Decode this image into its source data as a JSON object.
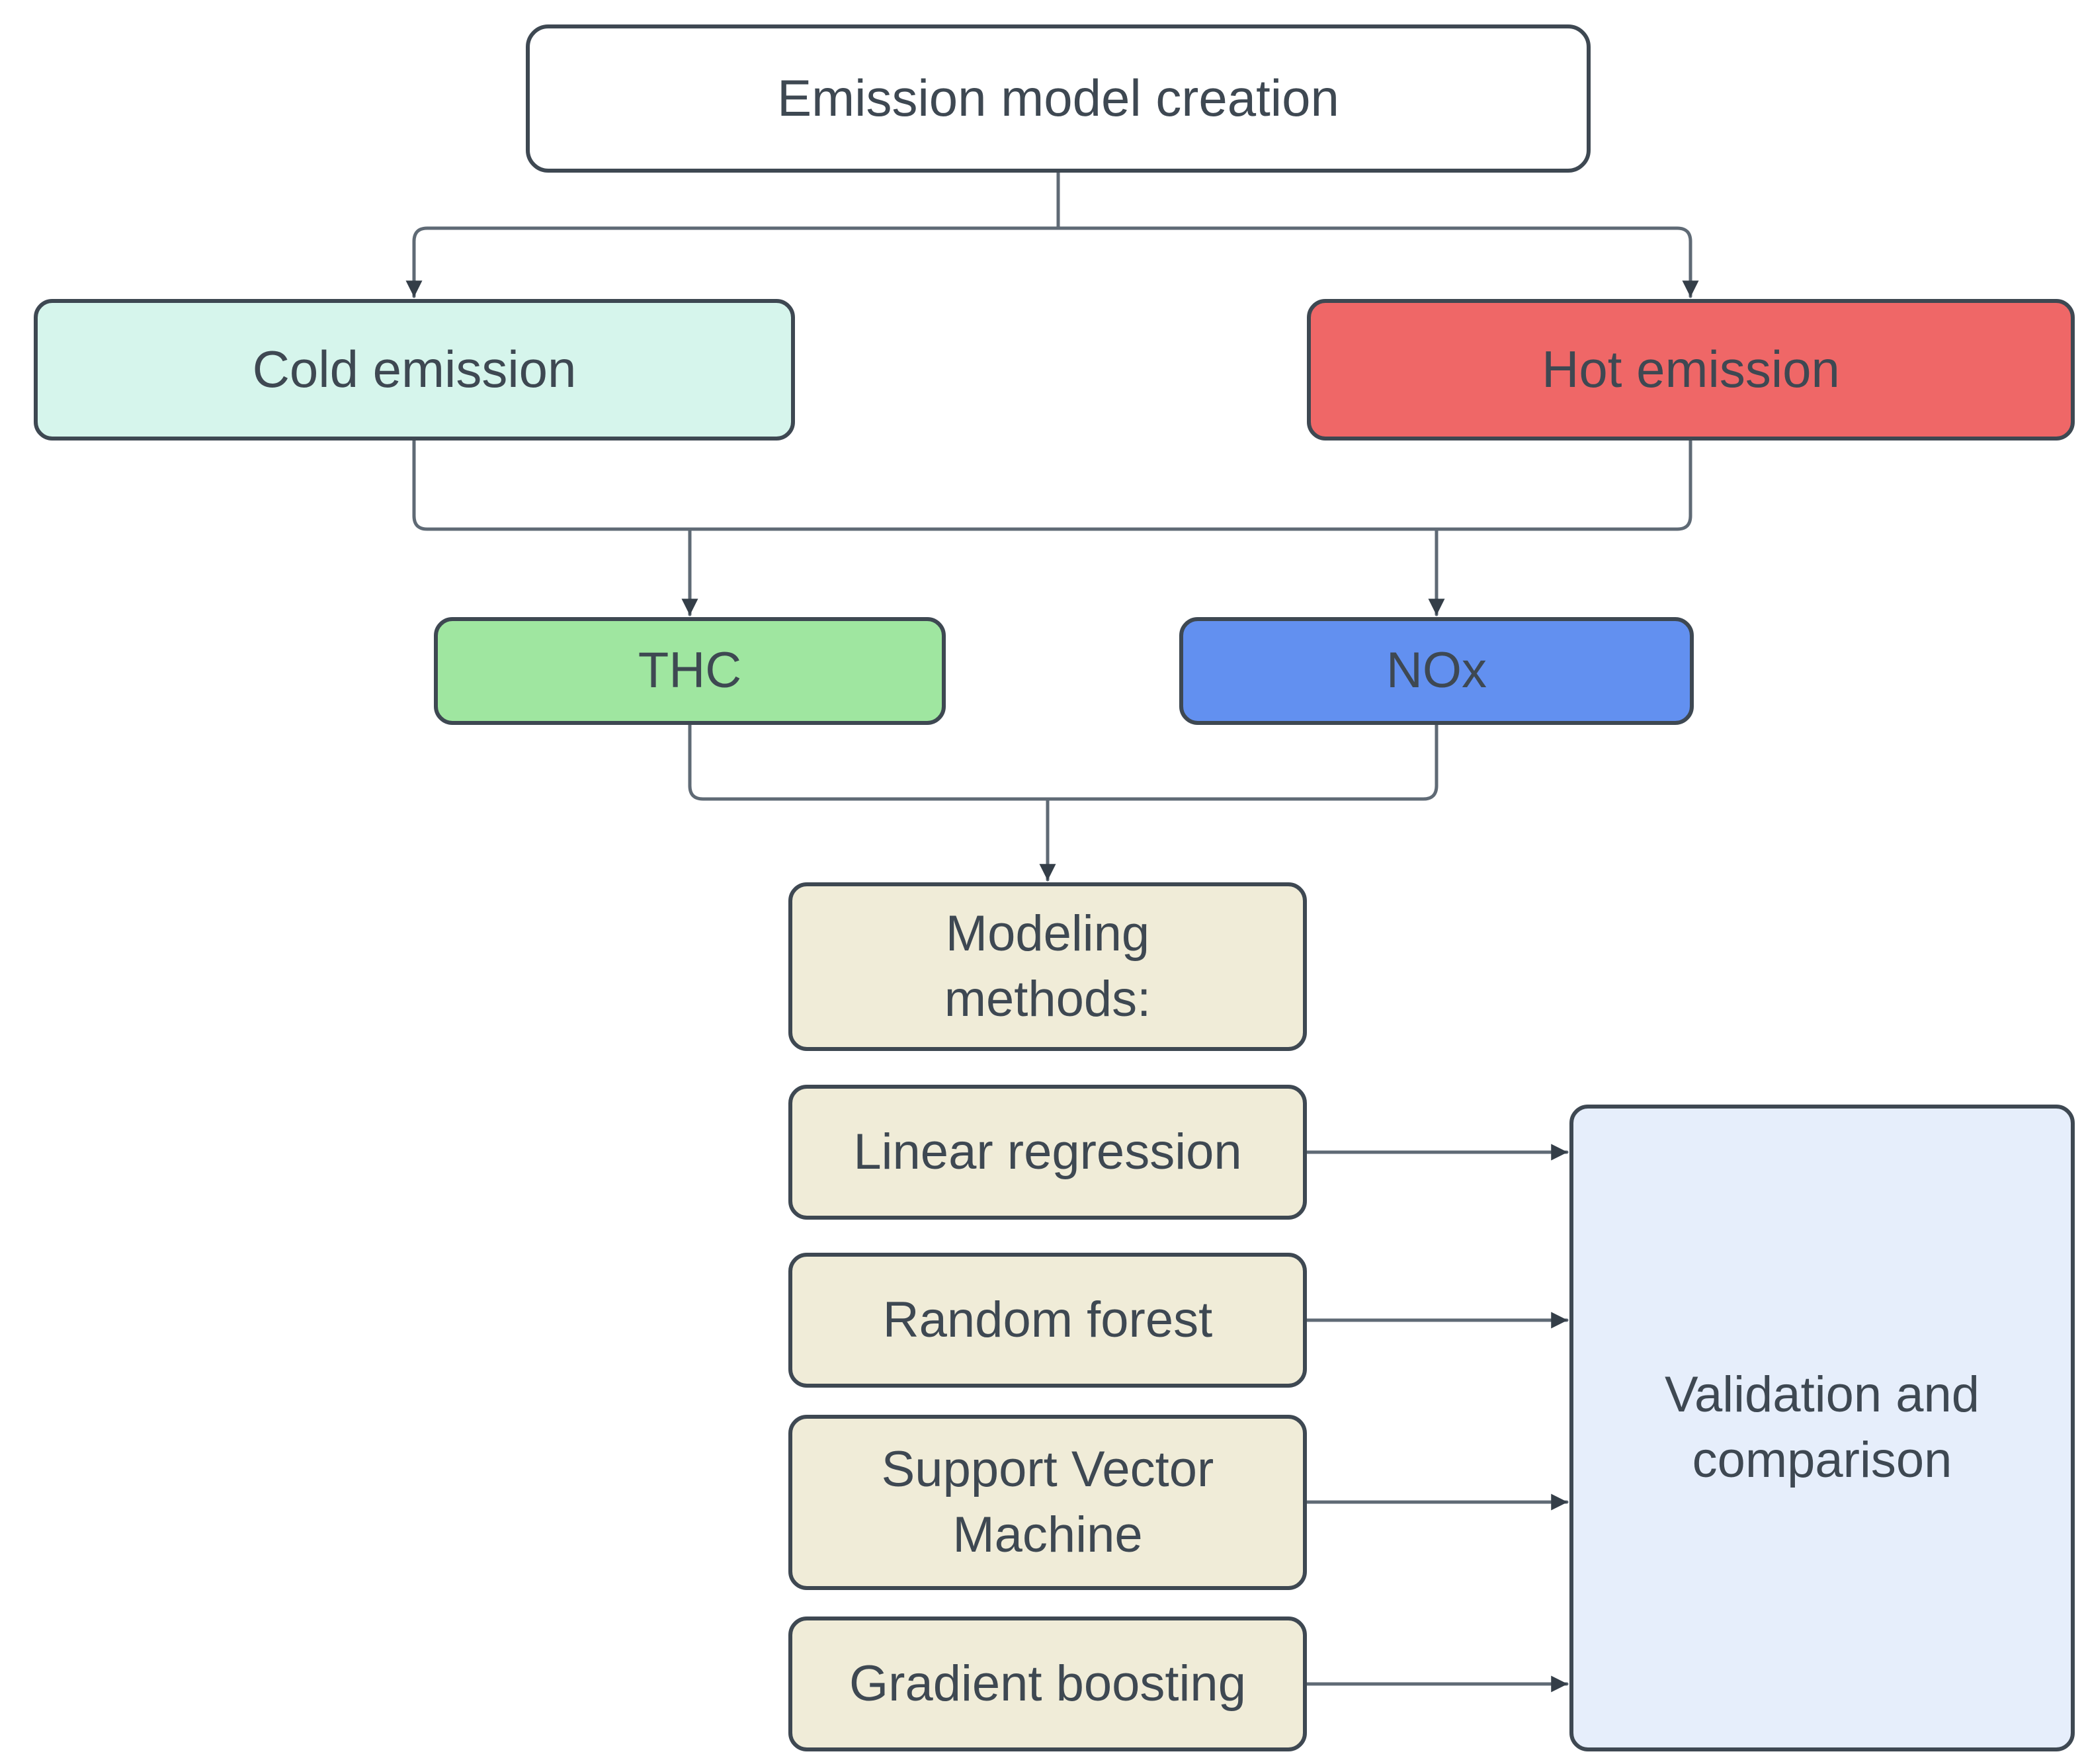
{
  "diagram": {
    "nodes": {
      "root": {
        "label": "Emission model creation",
        "fill": "#ffffff"
      },
      "cold": {
        "label": "Cold emission",
        "fill": "#d6f5ec"
      },
      "hot": {
        "label": "Hot emission",
        "fill": "#ef6767"
      },
      "thc": {
        "label": "THC",
        "fill": "#9fe6a0"
      },
      "nox": {
        "label": "NOx",
        "fill": "#6290f0"
      },
      "modeling": {
        "label": "Modeling\nmethods:",
        "fill": "#f0ecd8"
      },
      "linear": {
        "label": "Linear regression",
        "fill": "#f0ecd8"
      },
      "forest": {
        "label": "Random forest",
        "fill": "#f0ecd8"
      },
      "svm": {
        "label": "Support Vector\nMachine",
        "fill": "#f0ecd8"
      },
      "boost": {
        "label": "Gradient boosting",
        "fill": "#f0ecd8"
      },
      "validation": {
        "label": "Validation and\ncomparison",
        "fill": "#e6eefb"
      }
    },
    "edges": [
      {
        "from": "Emission model creation",
        "to": "Cold emission"
      },
      {
        "from": "Emission model creation",
        "to": "Hot emission"
      },
      {
        "from": "Cold emission",
        "to": "THC"
      },
      {
        "from": "Cold emission",
        "to": "NOx"
      },
      {
        "from": "Hot emission",
        "to": "THC"
      },
      {
        "from": "Hot emission",
        "to": "NOx"
      },
      {
        "from": "THC",
        "to": "Modeling methods:"
      },
      {
        "from": "NOx",
        "to": "Modeling methods:"
      },
      {
        "from": "Linear regression",
        "to": "Validation and comparison"
      },
      {
        "from": "Random forest",
        "to": "Validation and comparison"
      },
      {
        "from": "Support Vector Machine",
        "to": "Validation and comparison"
      },
      {
        "from": "Gradient boosting",
        "to": "Validation and comparison"
      }
    ],
    "colors": {
      "border": "#3e4852",
      "text": "#3e4852",
      "connector": "#5f6a75",
      "arrowhead": "#343e48",
      "cold": "#d6f5ec",
      "hot": "#ef6767",
      "thc": "#9fe6a0",
      "nox": "#6290f0",
      "method": "#f0ecd8",
      "validation": "#e6eefb"
    }
  }
}
